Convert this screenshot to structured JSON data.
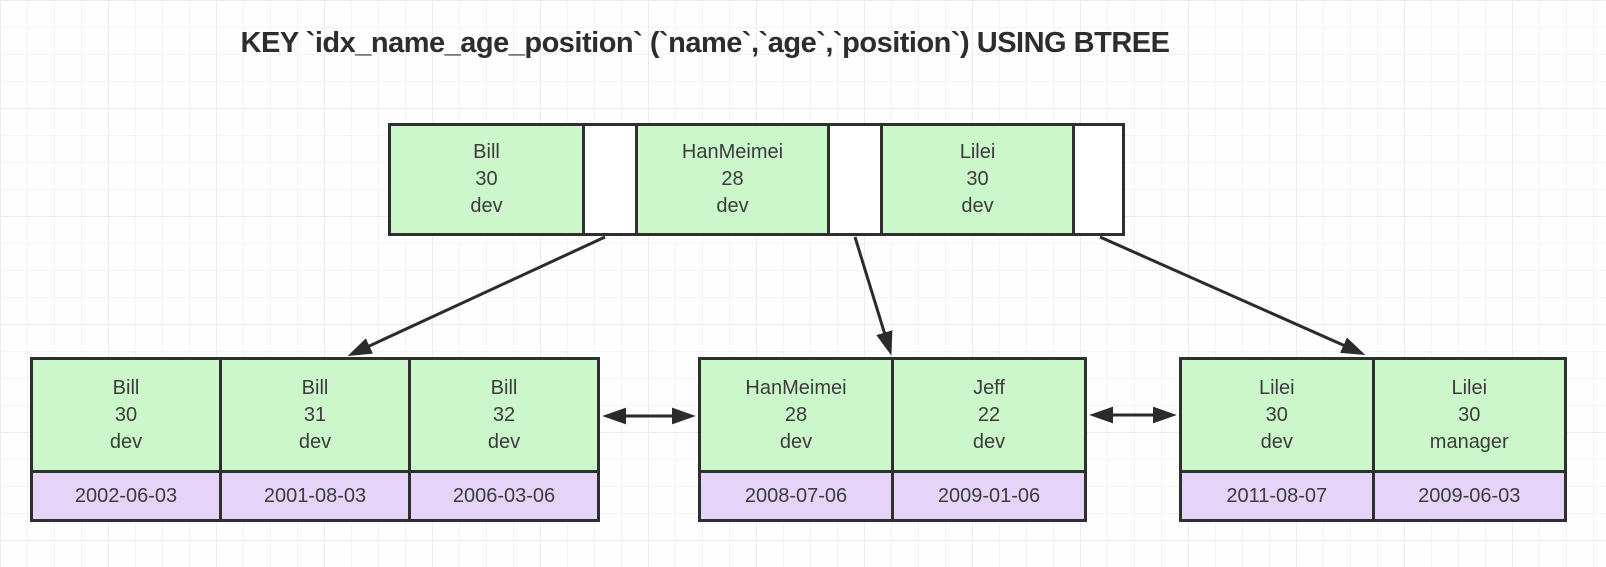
{
  "title": "KEY `idx_name_age_position` (`name`,`age`,`position`) USING BTREE",
  "colors": {
    "key_fill": "#cbf7ca",
    "pointer_fill": "#ffffff",
    "date_fill": "#e5d4f7",
    "border": "#2f2f2f",
    "arrow": "#2b2b2b",
    "title_text": "#2d2d2d",
    "cell_text": "#3c3c3c"
  },
  "root": {
    "cells": [
      {
        "name": "Bill",
        "age": "30",
        "position": "dev"
      },
      {
        "name": "HanMeimei",
        "age": "28",
        "position": "dev"
      },
      {
        "name": "Lilei",
        "age": "30",
        "position": "dev"
      }
    ]
  },
  "leaves": [
    {
      "entries": [
        {
          "name": "Bill",
          "age": "30",
          "position": "dev",
          "date": "2002-06-03"
        },
        {
          "name": "Bill",
          "age": "31",
          "position": "dev",
          "date": "2001-08-03"
        },
        {
          "name": "Bill",
          "age": "32",
          "position": "dev",
          "date": "2006-03-06"
        }
      ]
    },
    {
      "entries": [
        {
          "name": "HanMeimei",
          "age": "28",
          "position": "dev",
          "date": "2008-07-06"
        },
        {
          "name": "Jeff",
          "age": "22",
          "position": "dev",
          "date": "2009-01-06"
        }
      ]
    },
    {
      "entries": [
        {
          "name": "Lilei",
          "age": "30",
          "position": "dev",
          "date": "2011-08-07"
        },
        {
          "name": "Lilei",
          "age": "30",
          "position": "manager",
          "date": "2009-06-03"
        }
      ]
    }
  ]
}
